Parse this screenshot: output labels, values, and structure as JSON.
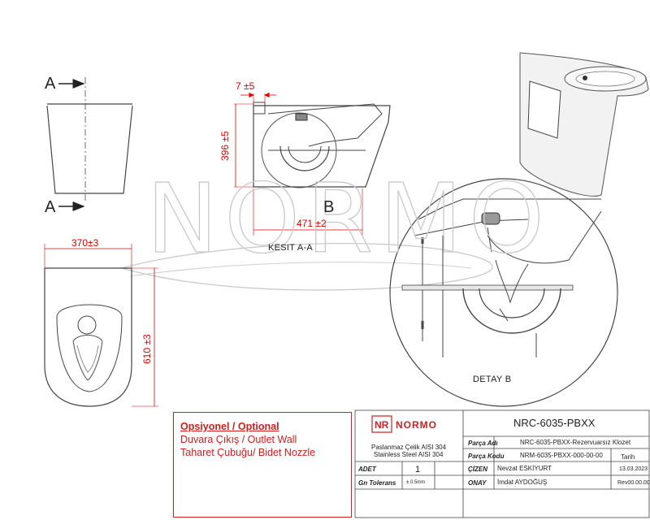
{
  "watermark": "NORMO",
  "views": {
    "section_marker": "A",
    "section_label": "KESIT A-A",
    "detail_marker": "B",
    "detail_label": "DETAY B"
  },
  "dimensions": {
    "gap": "7 ±5",
    "height": "396 ±5",
    "depth": "471 ±2",
    "width": "370±3",
    "length": "610 ±3"
  },
  "optional": {
    "title": "Opsiyonel      / Optional",
    "line1": "Duvara  Çıkış     / Outlet Wall",
    "line2": "Taharet Çubuğu/ Bidet Nozzle"
  },
  "title_block": {
    "drawing_no": "NRC-6035-PBXX",
    "material_1": "Paslanmaz Çelik AISI 304",
    "material_2": "Stainless Steel AISI 304",
    "part_name_label": "Parça Adı",
    "part_name": "NRC-6035-PBXX-Rezervuarsız Klozet",
    "part_code_label": "Parça Kodu",
    "part_code": "NRM-6035-PBXX-000-00-00",
    "date_label": "Tarih",
    "qty_label": "ADET",
    "qty": "1",
    "drawn_label": "ÇİZEN",
    "drawn_by": "Nevzat ESKİYURT",
    "date": "13.03.2023",
    "tolerance_label": "Gn Tolerans",
    "tolerance": "± 0.5mm",
    "approved_label": "ONAY",
    "approved_by": "İmdat AYDOĞUŞ",
    "revision": "Rev00.00.00"
  }
}
